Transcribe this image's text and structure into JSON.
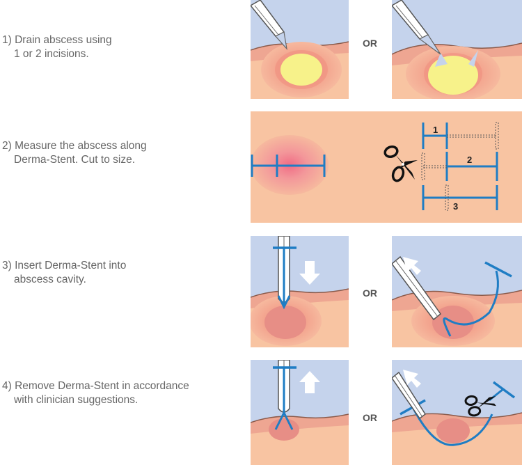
{
  "steps": [
    {
      "line1": "1) Drain abscess using",
      "line2": "1 or 2 incisions."
    },
    {
      "line1": "2) Measure the abscess along",
      "line2": "Derma-Stent. Cut to size."
    },
    {
      "line1": "3) Insert Derma-Stent into",
      "line2": "abscess cavity."
    },
    {
      "line1": "4) Remove Derma-Stent in accordance",
      "line2": "with clinician suggestions."
    }
  ],
  "or_label": "OR",
  "measure_labels": [
    "1",
    "2",
    "3"
  ],
  "colors": {
    "sky": "#c5d3ec",
    "skin": "#f8c4a2",
    "skin_line": "#8a5a4a",
    "skin_band": "#e7958a",
    "abscess_halo": "#f3a991",
    "abscess_core": "#ec8f85",
    "pus": "#f7f28a",
    "stent": "#1f7dc4",
    "border": "#c8c8c8"
  },
  "icons": [
    "scalpel-icon",
    "scissors-icon",
    "forceps-icon",
    "arrow-down-icon",
    "arrow-up-icon"
  ]
}
